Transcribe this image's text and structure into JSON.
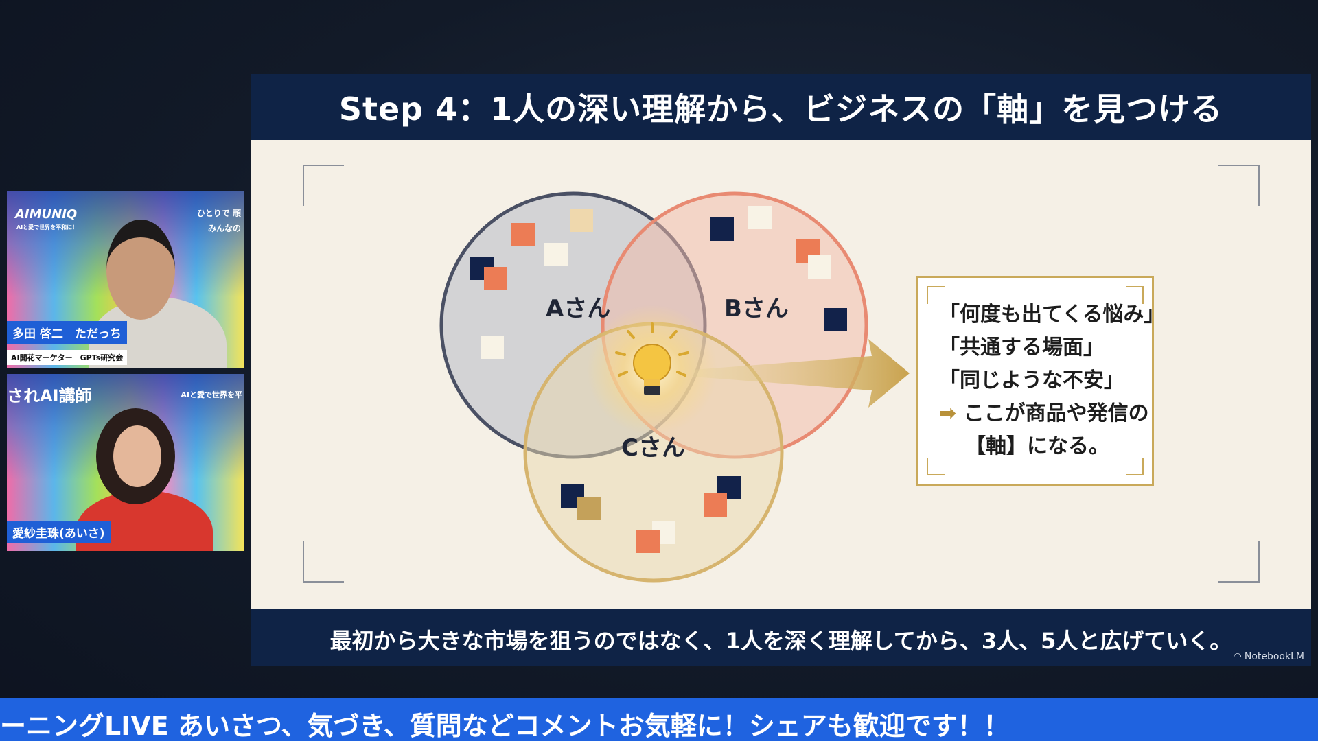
{
  "slide": {
    "title": "Step 4：1人の深い理解から、ビジネスの「軸」を見つける",
    "footer": "最初から大きな市場を狙うのではなく、1人を深く理解してから、3人、5人と広げていく。",
    "watermark": "NotebookLM",
    "diagram": {
      "circles": [
        {
          "label": "Aさん"
        },
        {
          "label": "Bさん"
        },
        {
          "label": "Cさん"
        }
      ],
      "center_icon": "lightbulb-icon",
      "arrow_icon": "arrow-right-icon"
    },
    "callout": {
      "line1": "「何度も出てくる悩み」",
      "line2": "「共通する場面」",
      "line3": "「同じような不安」",
      "line4_arrow": "➡",
      "line4": "ここが商品や発信の",
      "line5": "【軸】になる。"
    }
  },
  "participants": [
    {
      "brand": "AIMUNIQ",
      "brand_sub": "AIと愛で世界を平和に！",
      "banner_right": "ひとりで 頑",
      "banner_right2": "みんなの",
      "name": "多田 啓二　ただっち",
      "subtitle": "AI開花マーケター　GPTs研究会"
    },
    {
      "brand": "されAI講師",
      "banner_right": "AIと愛で世界を平",
      "name": "愛紗圭珠(あいさ)"
    }
  ],
  "ticker": {
    "text": "ーニングLIVE あいさつ、気づき、質問などコメントお気軽に！シェアも歓迎です！！"
  },
  "colors": {
    "navy": "#0f2346",
    "gold": "#c9a95a",
    "ticker_blue": "#1f63e0",
    "circle_a": "#4a5064",
    "circle_b": "#e88a72",
    "circle_c": "#d6b46e"
  }
}
